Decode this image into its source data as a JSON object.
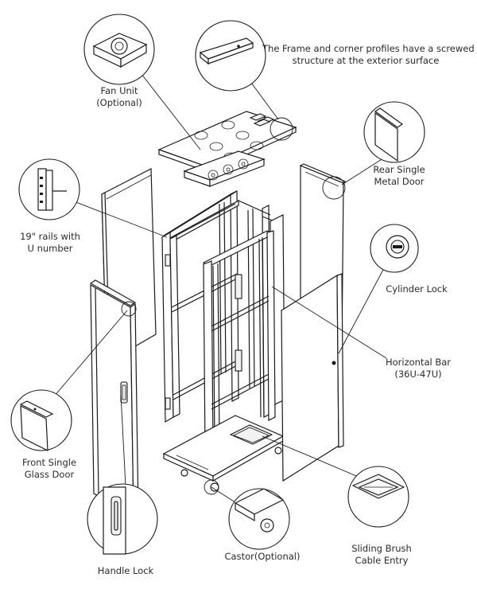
{
  "labels": {
    "fan_unit": [
      "Fan Unit",
      "(Optional)"
    ],
    "frame_profiles": [
      "The Frame and corner profiles have a screwed",
      "structure at the exterior surface"
    ],
    "rear_door": [
      "Rear Single",
      "Metal Door"
    ],
    "rails": [
      "19\" rails with",
      "U number"
    ],
    "cylinder_lock": [
      "Cylinder Lock"
    ],
    "horizontal_bar": [
      "Horizontal Bar",
      "(36U-47U)"
    ],
    "front_door": [
      "Front Single",
      "Glass Door"
    ],
    "sliding_brush": [
      "Sliding Brush",
      "Cable Entry"
    ],
    "castor": [
      "Castor(Optional)"
    ],
    "handle_lock": [
      "Handle Lock"
    ]
  }
}
